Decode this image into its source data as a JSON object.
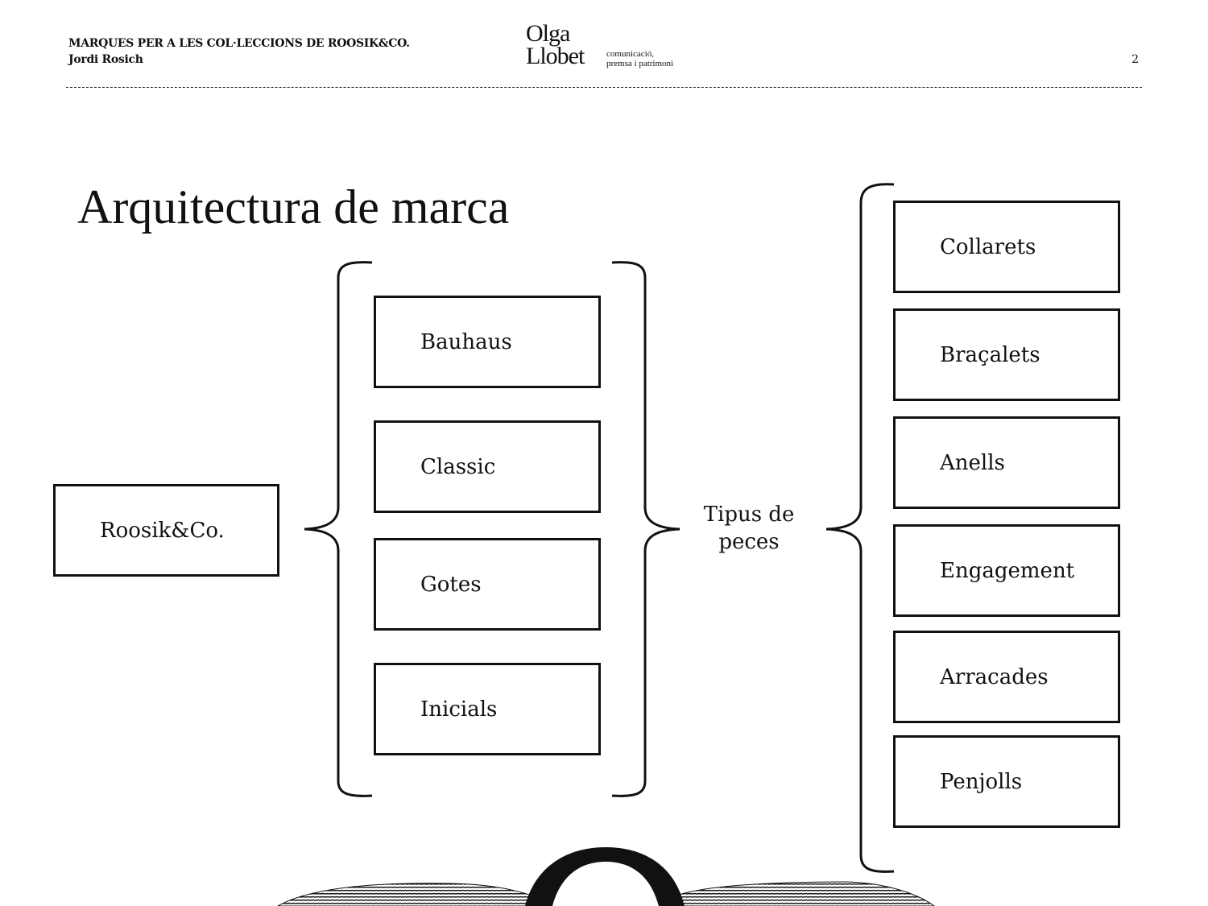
{
  "header": {
    "document_title": "MARQUES PER A LES COL·LECCIONS DE ROOSIK&CO.",
    "author": "Jordi Rosich",
    "page_number": "2"
  },
  "logo": {
    "word1": "Olga",
    "word2": "Llobet",
    "tagline_line1": "comunicació,",
    "tagline_line2": "premsa i patrimoni"
  },
  "title": "Arquitectura de marca",
  "diagram": {
    "root": "Roosik&Co.",
    "collections": [
      "Bauhaus",
      "Classic",
      "Gotes",
      "Inicials"
    ],
    "types_label_line1": "Tipus de",
    "types_label_line2": "peces",
    "piece_types": [
      "Collarets",
      "Braçalets",
      "Anells",
      "Engagement",
      "Arracades",
      "Penjolls"
    ]
  }
}
